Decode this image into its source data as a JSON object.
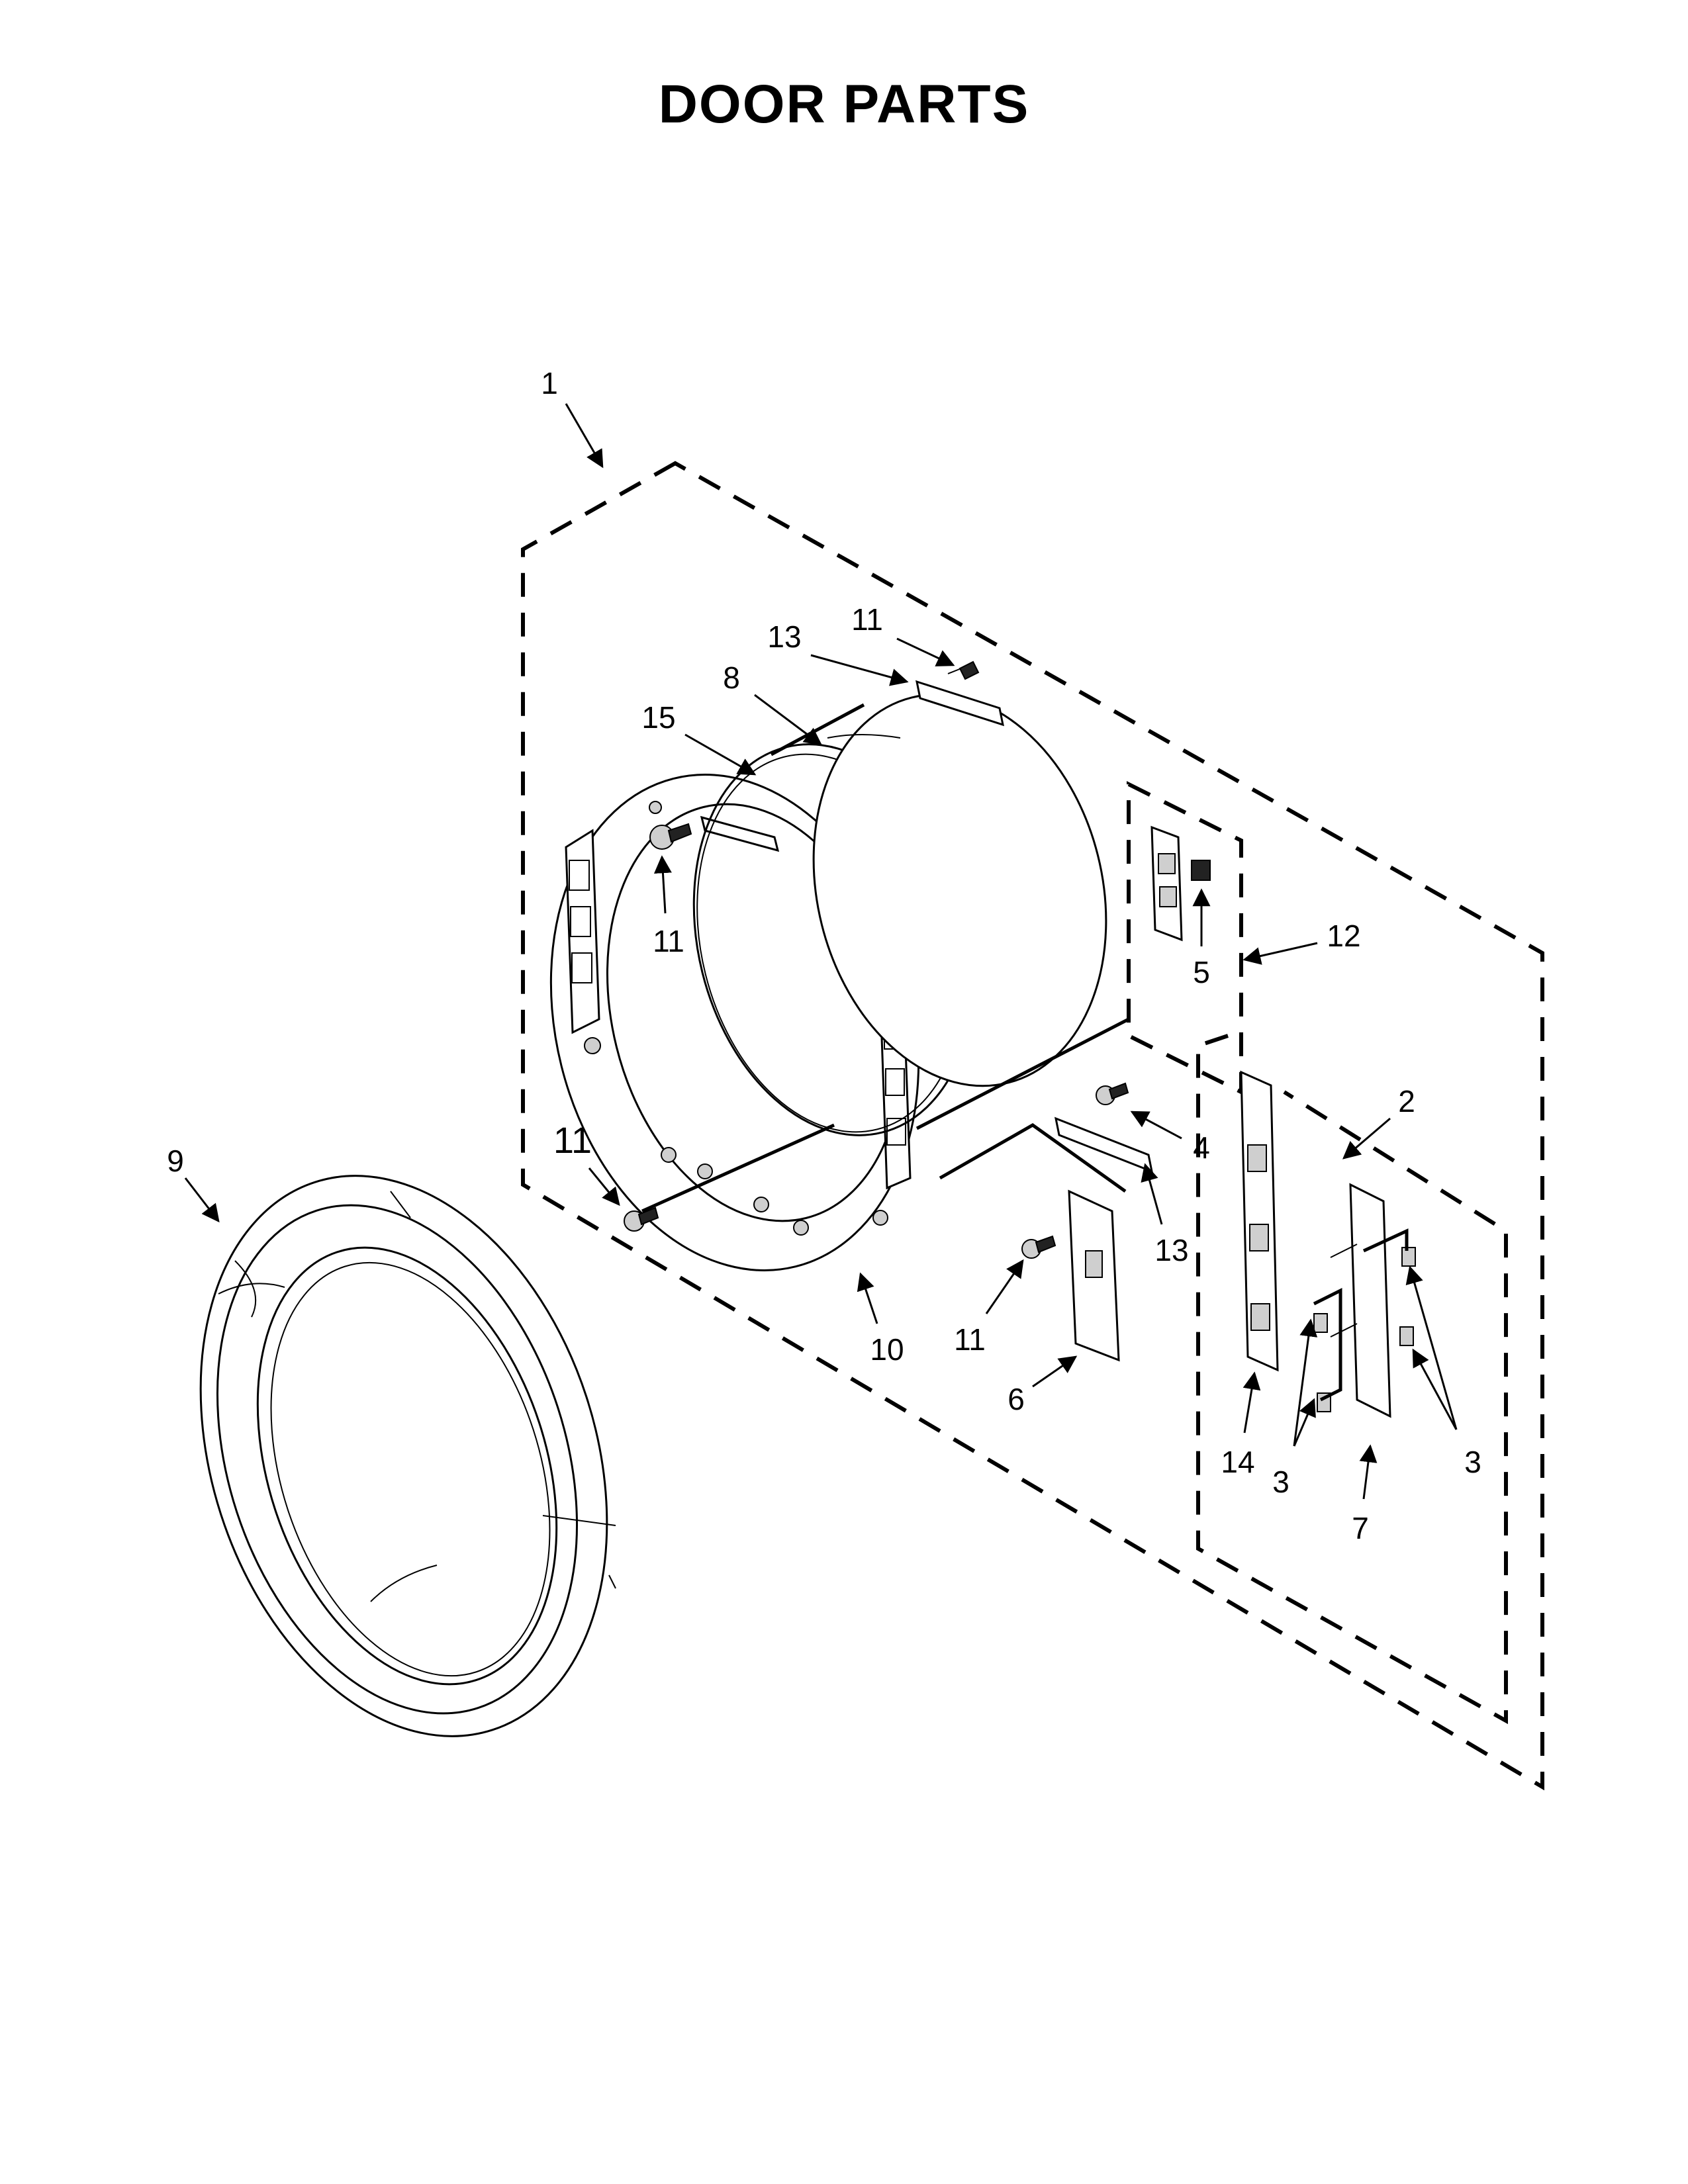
{
  "title": "DOOR PARTS",
  "callouts": {
    "c1": "1",
    "c2": "2",
    "c3a": "3",
    "c3b": "3",
    "c4": "4",
    "c5": "5",
    "c6": "6",
    "c7": "7",
    "c8": "8",
    "c9": "9",
    "c10": "10",
    "c11a": "11",
    "c11b": "11",
    "c11c": "11",
    "c11d": "11",
    "c12": "12",
    "c13a": "13",
    "c13b": "13",
    "c14": "14",
    "c15": "15"
  }
}
